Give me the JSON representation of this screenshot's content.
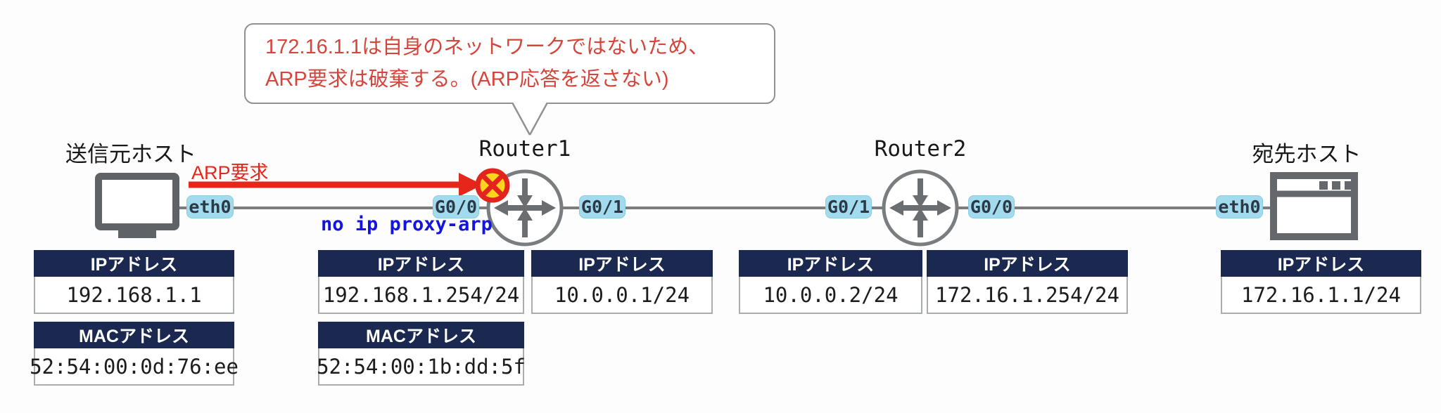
{
  "callout": {
    "lines": [
      "172.16.1.1は自身のネットワークではないため、",
      "ARP要求は破棄する。(ARP応答を返さない)"
    ]
  },
  "annotations": {
    "arp_request": "ARP要求",
    "command": "no ip proxy-arp"
  },
  "nodes": {
    "source_host": {
      "label": "送信元ホスト",
      "interface": "eth0",
      "tables": [
        {
          "header": "IPアドレス",
          "value": "192.168.1.1"
        },
        {
          "header": "MACアドレス",
          "value": "52:54:00:0d:76:ee"
        }
      ]
    },
    "router1": {
      "label": "Router1",
      "interfaces": [
        "G0/0",
        "G0/1"
      ],
      "tables": [
        {
          "header": "IPアドレス",
          "value": "192.168.1.254/24"
        },
        {
          "header": "MACアドレス",
          "value": "52:54:00:1b:dd:5f"
        },
        {
          "header": "IPアドレス",
          "value": "10.0.0.1/24"
        }
      ]
    },
    "router2": {
      "label": "Router2",
      "interfaces": [
        "G0/1",
        "G0/0"
      ],
      "tables": [
        {
          "header": "IPアドレス",
          "value": "10.0.0.2/24"
        },
        {
          "header": "IPアドレス",
          "value": "172.16.1.254/24"
        }
      ]
    },
    "dest_host": {
      "label": "宛先ホスト",
      "interface": "eth0",
      "tables": [
        {
          "header": "IPアドレス",
          "value": "172.16.1.1/24"
        }
      ]
    }
  },
  "colors": {
    "table_header_navy": "#1b2951",
    "badge_blue": "#a3dbee",
    "arrow_red": "#e5261b",
    "callout_text_red": "#d6453c",
    "command_blue": "#1414e0",
    "icon_gray": "#5f6367",
    "link_gray": "#7d7d7d",
    "prohibition_yellow": "#ffd41f"
  }
}
